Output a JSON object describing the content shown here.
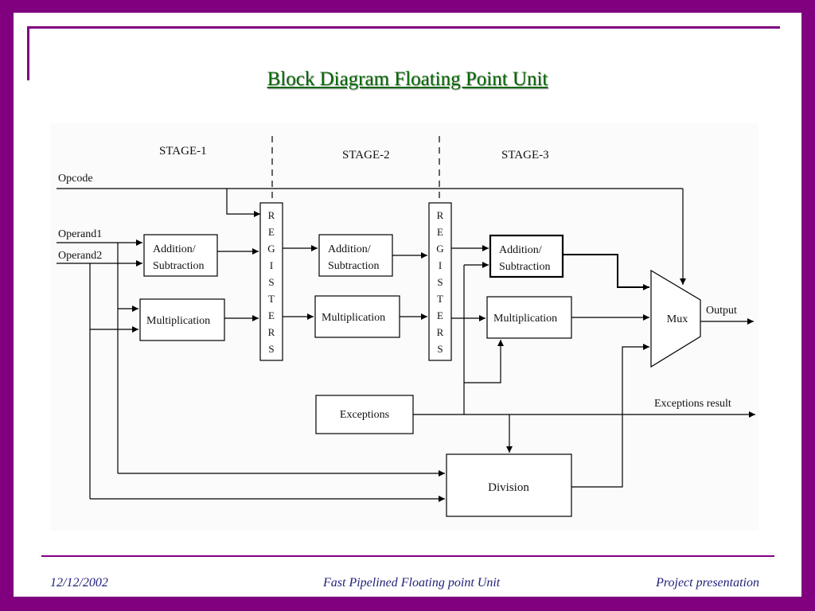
{
  "slide": {
    "title": "Block Diagram Floating Point Unit",
    "title_color": "#006600",
    "frame_color": "#800080"
  },
  "diagram": {
    "stages": [
      "STAGE-1",
      "STAGE-2",
      "STAGE-3"
    ],
    "inputs": {
      "opcode": "Opcode",
      "operand1": "Operand1",
      "operand2": "Operand2"
    },
    "stage1": {
      "addsub": [
        "Addition/",
        "Subtraction"
      ],
      "mult": "Multiplication"
    },
    "registers1": [
      "R",
      "E",
      "G",
      "I",
      "S",
      "T",
      "E",
      "R",
      "S"
    ],
    "stage2": {
      "addsub": [
        "Addition/",
        "Subtraction"
      ],
      "mult": "Multiplication"
    },
    "registers2": [
      "R",
      "E",
      "G",
      "I",
      "S",
      "T",
      "E",
      "R",
      "S"
    ],
    "stage3": {
      "addsub": [
        "Addition/",
        "Subtraction"
      ],
      "mult": "Multiplication"
    },
    "mux": "Mux",
    "output": "Output",
    "exceptions": "Exceptions",
    "exceptions_result": "Exceptions result",
    "division": "Division"
  },
  "footer": {
    "date": "12/12/2002",
    "center": "Fast Pipelined Floating point Unit",
    "right": "Project presentation"
  }
}
